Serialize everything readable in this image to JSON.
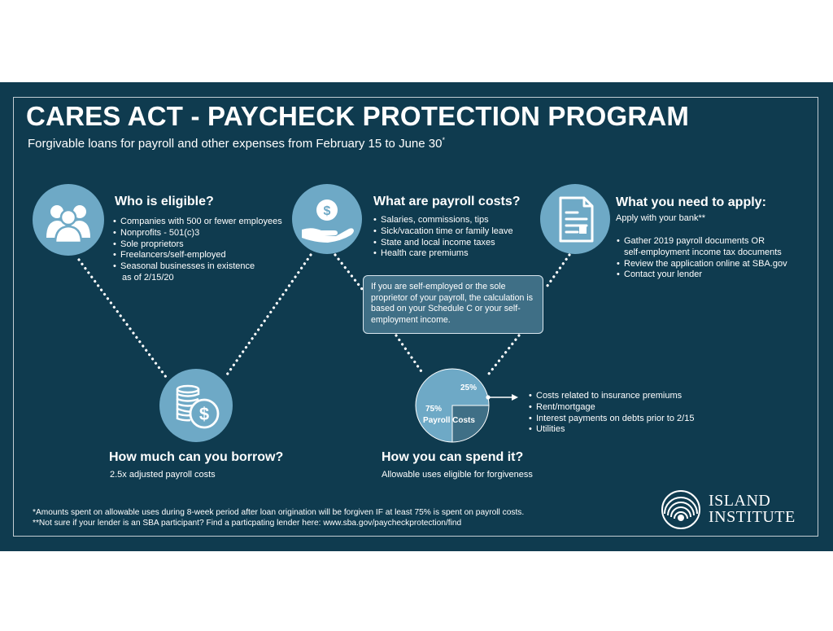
{
  "header": {
    "title": "CARES ACT - PAYCHECK PROTECTION PROGRAM",
    "subtitle": "Forgivable loans for payroll and other expenses from February 15 to June 30",
    "subtitle_mark": "*"
  },
  "eligible": {
    "icon": "people-group-icon",
    "heading": "Who is eligible?",
    "items": [
      "Companies with 500 or fewer employees",
      "Nonprofits - 501(c)3",
      "Sole proprietors",
      "Freelancers/self-employed",
      "Seasonal businesses in existence",
      "as of 2/15/20"
    ]
  },
  "payroll": {
    "icon": "hand-coin-icon",
    "heading": "What are payroll costs?",
    "items": [
      "Salaries, commissions, tips",
      "Sick/vacation time or family leave",
      "State and local income taxes",
      "Health care premiums"
    ],
    "callout": "If you are self-employed or the sole proprietor of your payroll, the calculation is based on your Schedule C or your self-employment income."
  },
  "apply": {
    "icon": "document-icon",
    "heading": "What you need to apply:",
    "intro": "Apply with your bank**",
    "items": [
      "Gather 2019 payroll documents OR",
      "self-employment income tax documents",
      "Review the application online at SBA.gov",
      "Contact your lender"
    ]
  },
  "borrow": {
    "icon": "coin-stack-icon",
    "heading": "How much can you borrow?",
    "text": "2.5x adjusted payroll costs"
  },
  "spend": {
    "heading": "How you can spend it?",
    "text": "Allowable uses eligible for forgiveness",
    "pie": {
      "small_label": "25%",
      "large_pct": "75%",
      "large_name": "Payroll Costs"
    },
    "other_uses": [
      "Costs related to insurance premiums",
      "Rent/mortgage",
      "Interest payments on debts prior to 2/15",
      "Utilities"
    ]
  },
  "footnotes": {
    "line1": "*Amounts spent on allowable uses during 8-week period after loan origination will be forgiven IF at least 75% is spent on payroll costs.",
    "line2": "**Not sure if your lender is an SBA participant? Find a particpating lender here:  www.sba.gov/paycheckprotection/find"
  },
  "logo": {
    "line1": "ISLAND",
    "line2": "INSTITUTE"
  },
  "colors": {
    "background": "#0f3b4f",
    "accent": "#6ea9c6",
    "callout": "#3f6f86"
  },
  "chart_data": {
    "type": "pie",
    "categories": [
      "Payroll Costs",
      ""
    ],
    "values": [
      75,
      25
    ]
  }
}
